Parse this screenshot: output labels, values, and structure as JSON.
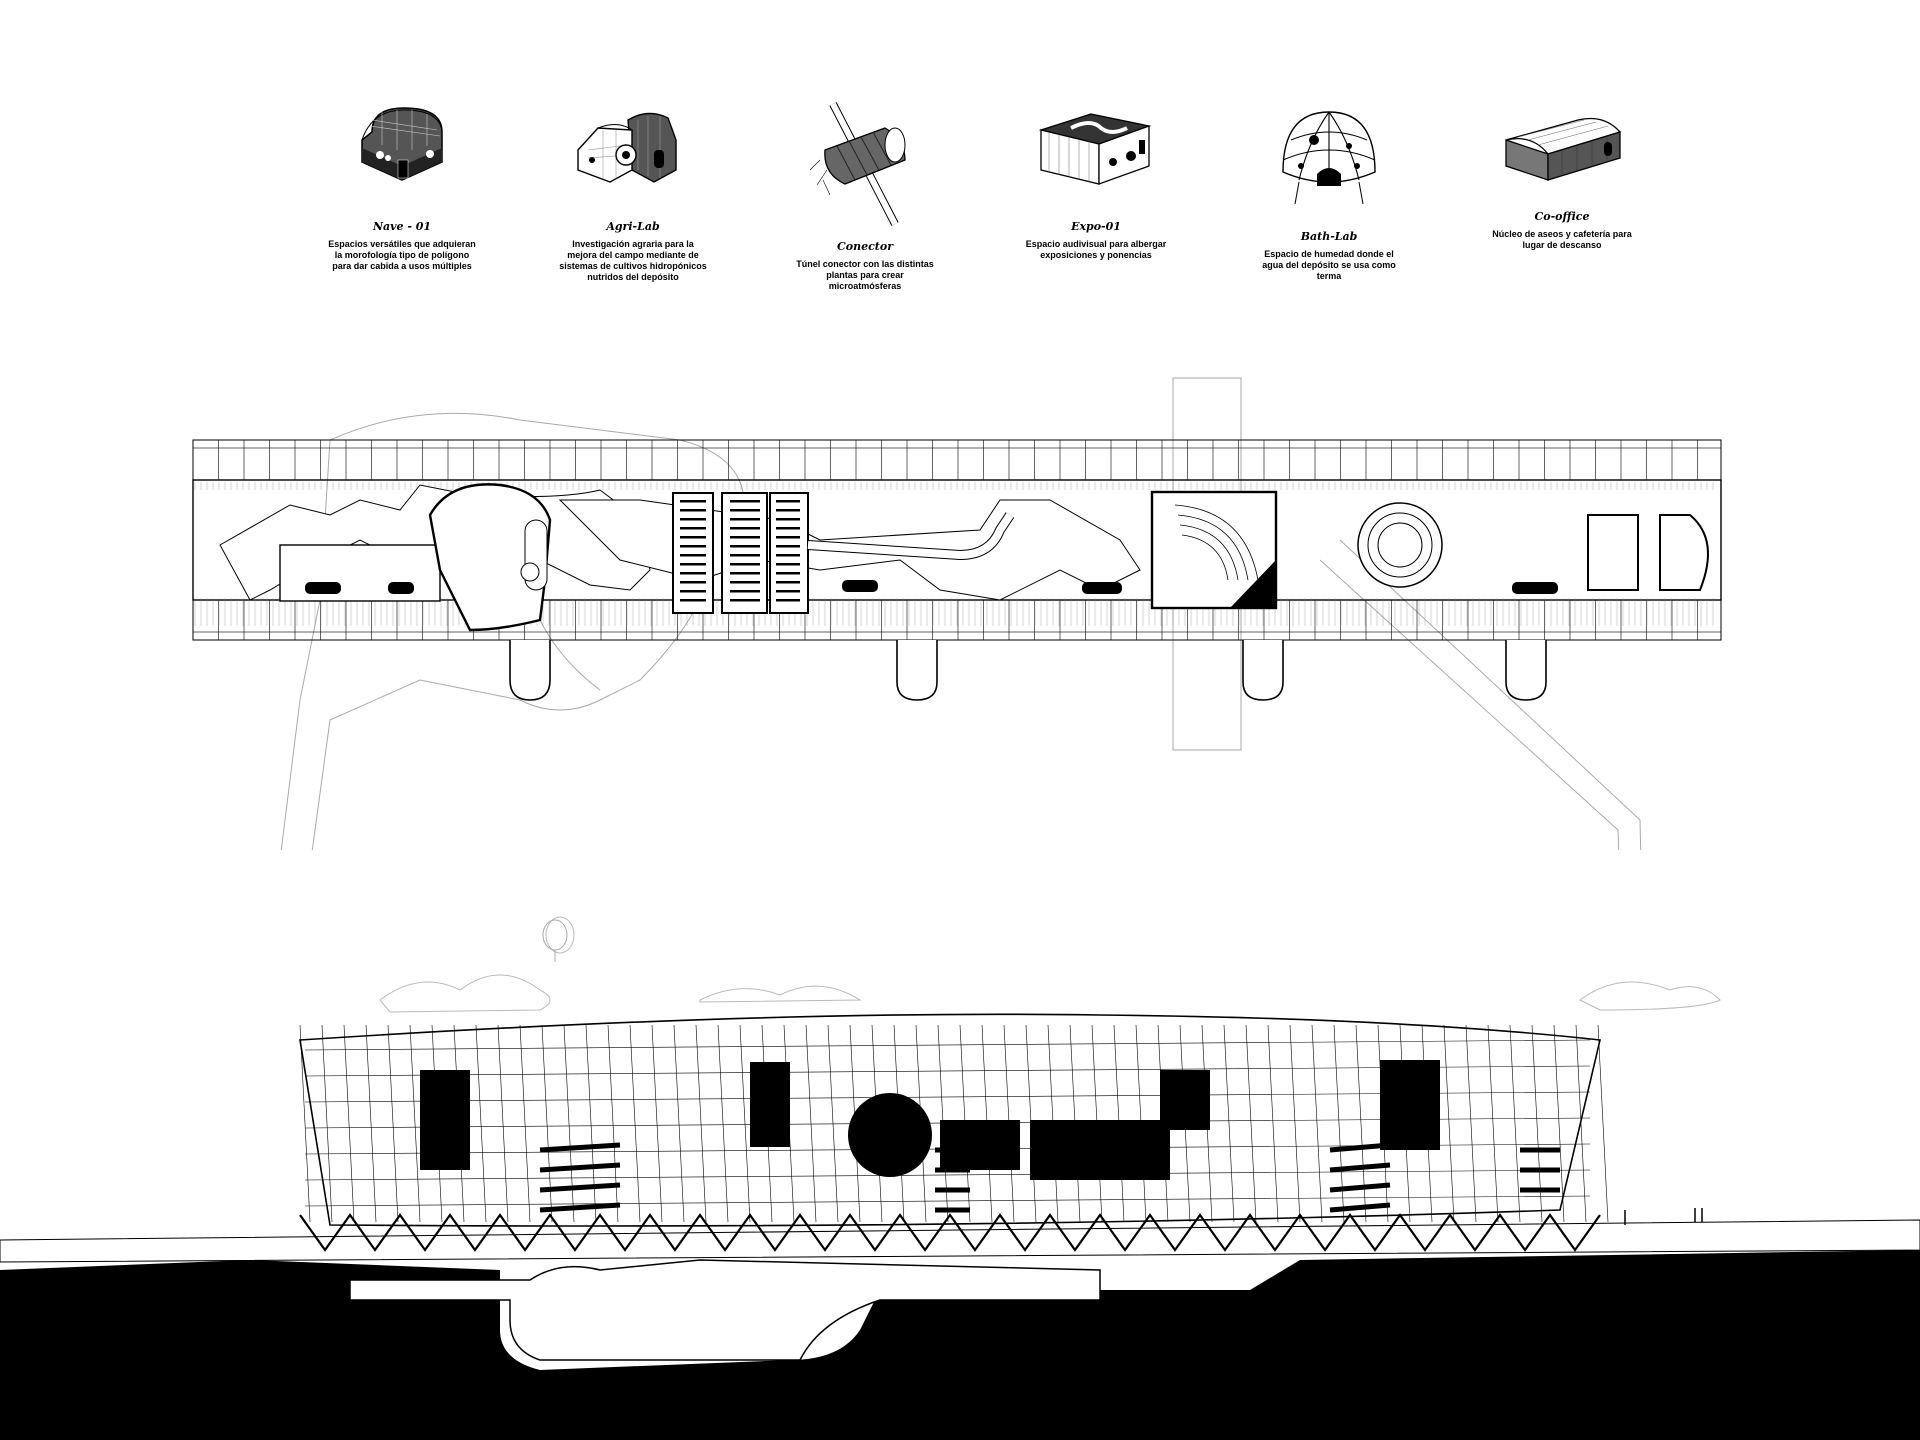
{
  "modules": [
    {
      "title": "Nave - 01",
      "desc": "Espacios versátiles que adquieran la morofología tipo de polígono para dar cabida a usos múltiples",
      "icon": "nave-module-icon"
    },
    {
      "title": "Agri-Lab",
      "desc": "Investigación agraria para la mejora del campo mediante de sistemas de cultivos hidropónicos nutridos del depósito",
      "icon": "agri-lab-module-icon"
    },
    {
      "title": "Conector",
      "desc": "Túnel conector con las distintas plantas para crear microatmósferas",
      "icon": "conector-module-icon"
    },
    {
      "title": "Expo-01",
      "desc": "Espacio audivisual para albergar exposiciones y ponencias",
      "icon": "expo-module-icon"
    },
    {
      "title": "Bath-Lab",
      "desc": "Espacio de humedad donde el agua del depósito se usa como terma",
      "icon": "bath-lab-module-icon"
    },
    {
      "title": "Co-office",
      "desc": "Núcleo de aseos y cafetería para lugar de descanso",
      "icon": "co-office-module-icon"
    }
  ],
  "drawings": {
    "plan": "floor-plan",
    "section": "perspective-section"
  }
}
